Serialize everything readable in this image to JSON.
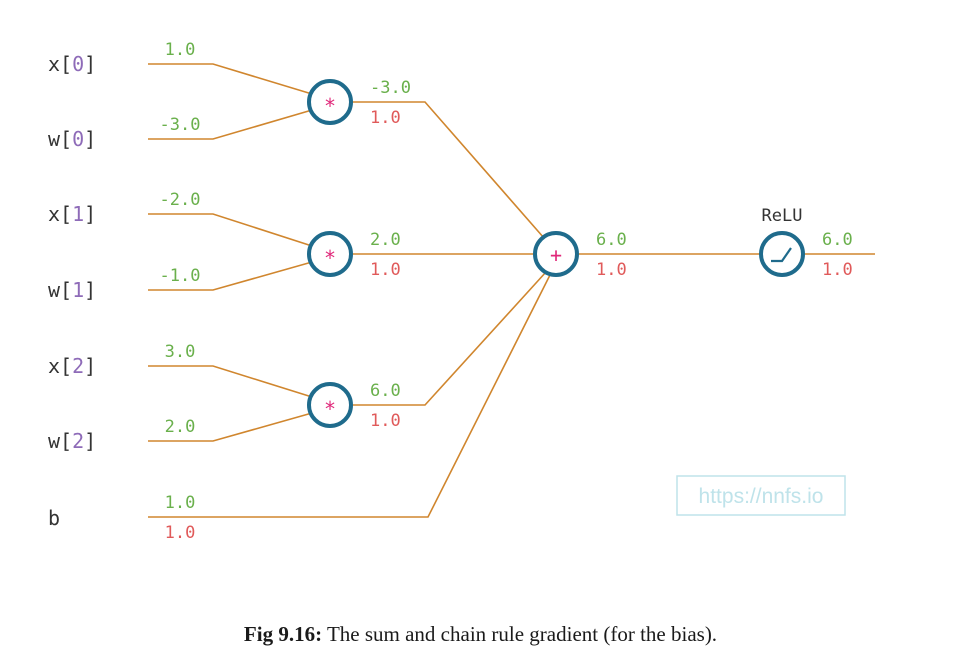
{
  "colors": {
    "wire": "#d0862e",
    "node_stroke": "#1f6b8c",
    "op_symbol": "#e0287a",
    "forward_value": "#6ab04c",
    "gradient_value": "#e05a5a",
    "input_letter": "#333333",
    "input_index": "#8e6bb8",
    "watermark": "#bfe3ea"
  },
  "inputs": [
    {
      "name": "x",
      "index": "0",
      "value": "1.0"
    },
    {
      "name": "w",
      "index": "0",
      "value": "-3.0"
    },
    {
      "name": "x",
      "index": "1",
      "value": "-2.0"
    },
    {
      "name": "w",
      "index": "1",
      "value": "-1.0"
    },
    {
      "name": "x",
      "index": "2",
      "value": "3.0"
    },
    {
      "name": "w",
      "index": "2",
      "value": "2.0"
    }
  ],
  "bias": {
    "name": "b",
    "value": "1.0",
    "gradient": "1.0"
  },
  "multiply_nodes": [
    {
      "symbol": "*",
      "value": "-3.0",
      "gradient": "1.0"
    },
    {
      "symbol": "*",
      "value": "2.0",
      "gradient": "1.0"
    },
    {
      "symbol": "*",
      "value": "6.0",
      "gradient": "1.0"
    }
  ],
  "sum_node": {
    "symbol": "+",
    "value": "6.0",
    "gradient": "1.0"
  },
  "relu_node": {
    "label": "ReLU",
    "value": "6.0",
    "gradient": "1.0"
  },
  "watermark": "https://nnfs.io",
  "caption": {
    "prefix": "Fig 9.16:",
    "text": " The sum and chain rule gradient (for the bias)."
  }
}
